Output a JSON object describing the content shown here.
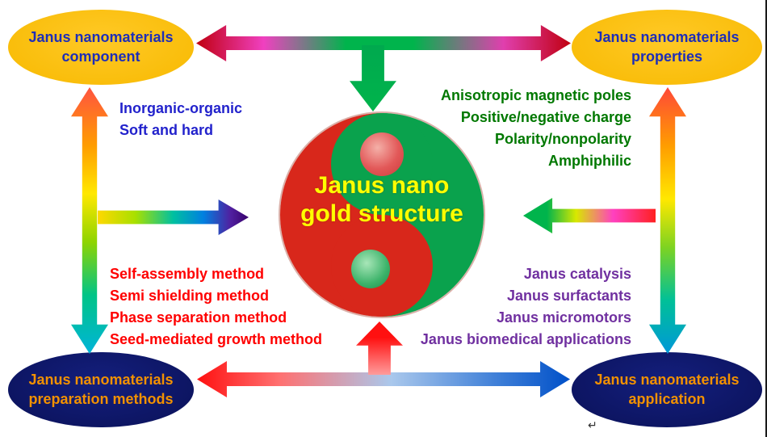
{
  "center": {
    "title_line1": "Janus nano",
    "title_line2": "gold structure",
    "title_color": "#FFFF00",
    "red_half": "#D8271B",
    "green_half": "#0AA24D",
    "top_dot_color": "#E25858",
    "bottom_dot_color": "#3CB36A"
  },
  "nodes": {
    "component": {
      "label": "Janus nanomaterials component",
      "fill": "#FFC000",
      "text_color": "#1E2EB8"
    },
    "properties": {
      "label": "Janus nanomaterials properties",
      "fill": "#FFC000",
      "text_color": "#1E2EB8"
    },
    "preparation": {
      "label": "Janus nanomaterials preparation methods",
      "fill": "#0D1668",
      "text_color": "#F29100"
    },
    "application": {
      "label": "Janus nanomaterials application",
      "fill": "#0D1668",
      "text_color": "#F29100"
    }
  },
  "lists": {
    "component_features": {
      "color": "#2222CC",
      "items": [
        "Inorganic-organic",
        "Soft and hard"
      ]
    },
    "properties": {
      "color": "#007800",
      "items": [
        "Anisotropic magnetic poles",
        "Positive/negative charge",
        "Polarity/nonpolarity",
        "Amphiphilic"
      ]
    },
    "preparation_methods": {
      "color": "#FF0000",
      "items": [
        "Self-assembly method",
        "Semi shielding method",
        "Phase separation method",
        "Seed-mediated growth method"
      ]
    },
    "applications": {
      "color": "#7030A0",
      "items": [
        "Janus catalysis",
        "Janus surfactants",
        "Janus micromotors",
        "Janus biomedical applications"
      ]
    }
  },
  "artifacts": {
    "paragraph_mark": "↵"
  }
}
